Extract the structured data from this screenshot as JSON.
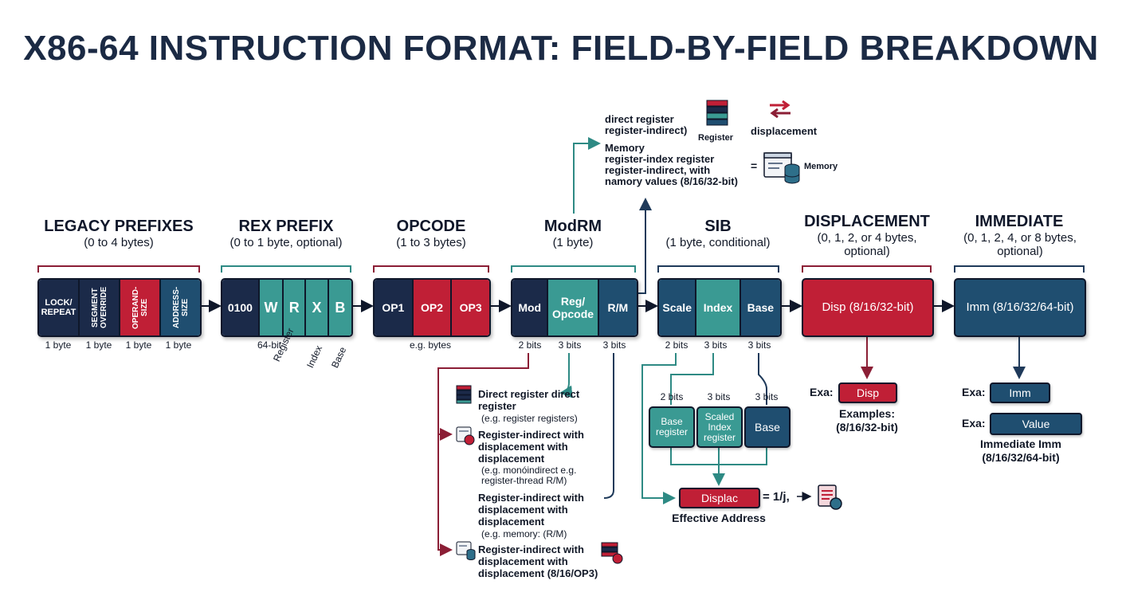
{
  "title": "X86-64 INSTRUCTION FORMAT: FIELD-BY-FIELD BREAKDOWN",
  "legacy": {
    "header": "LEGACY PREFIXES",
    "sub": "(0 to 4 bytes)",
    "cells": [
      "LOCK/ REPEAT",
      "SEGMENT OVERRIDE",
      "OPERAND- SIZE",
      "ADDRESS- SIZE"
    ],
    "sizes": [
      "1 byte",
      "1 byte",
      "1 byte",
      "1 byte"
    ]
  },
  "rex": {
    "header": "REX PREFIX",
    "sub": "(0 to 1 byte, optional)",
    "cells": [
      "0100",
      "W",
      "R",
      "X",
      "B"
    ],
    "labels": [
      "64-bit",
      "Register",
      "Index",
      "Base"
    ]
  },
  "opcode": {
    "header": "OPCODE",
    "sub": "(1 to 3 bytes)",
    "cells": [
      "OP1",
      "OP2",
      "OP3"
    ],
    "note": "e.g. bytes"
  },
  "modrm": {
    "header": "ModRM",
    "sub": "(1 byte)",
    "cells": [
      "Mod",
      "Reg/ Opcode",
      "R/M"
    ],
    "bits": [
      "2 bits",
      "3 bits",
      "3 bits"
    ]
  },
  "sib": {
    "header": "SIB",
    "sub": "(1 byte, conditional)",
    "cells": [
      "Scale",
      "Index",
      "Base"
    ],
    "bits": [
      "2 bits",
      "3 bits",
      "3 bits"
    ],
    "sub_bits": [
      "2 bits",
      "3 bits",
      "3 bits"
    ],
    "sub_boxes": [
      "Base register",
      "Scaled Index register",
      "Base"
    ],
    "displac": "Displac",
    "formula": "= 1/j,",
    "effective": "Effective Address"
  },
  "displacement": {
    "header": "DISPLACEMENT",
    "sub": "(0, 1, 2, or 4 bytes, optional)",
    "box": "Disp (8/16/32-bit)",
    "exa_label": "Exa:",
    "exa_value": "Disp",
    "examples": "Examples: (8/16/32-bit)"
  },
  "immediate": {
    "header": "IMMEDIATE",
    "sub": "(0, 1, 2, 4, or 8 bytes, optional)",
    "box": "Imm (8/16/32/64-bit)",
    "exa1_label": "Exa:",
    "exa1_value": "Imm",
    "exa2_label": "Exa:",
    "exa2_value": "Value",
    "caption": "Immediate Imm (8/16/32/64-bit)"
  },
  "top_modes": {
    "line1": "direct register",
    "line2": "register-indirect)",
    "register_label": "Register",
    "displacement_label": "displacement",
    "line3": "Memory",
    "line4": "register-index register",
    "line5": "register-indirect, with",
    "line6": "namory values (8/16/32-bit)",
    "equals": "=",
    "memory_label": "Memory"
  },
  "modes": [
    {
      "title": "Direct register direct register",
      "note": "(e.g. register registers)"
    },
    {
      "title": "Register-indirect with displacement with displacement",
      "note": "(e.g. monóindirect e.g. register-thread R/M)"
    },
    {
      "title": "Register-indirect with displacement with displacement",
      "note": "(e.g. memory: (R/M)"
    },
    {
      "title": "Register-indirect with displacement with displacement (8/16/OP3)",
      "note": ""
    }
  ],
  "colors": {
    "navy": "#1b2a49",
    "teal": "#3a9a93",
    "red": "#c01f36",
    "blue": "#1f4e70"
  }
}
